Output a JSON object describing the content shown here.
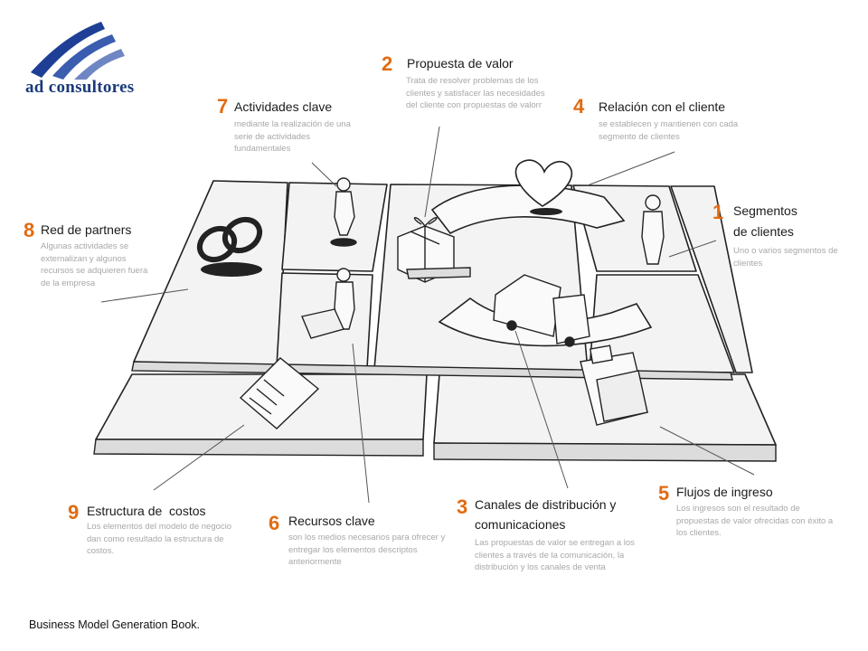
{
  "logo": {
    "text": "ad consultores",
    "colors": [
      "#1e3f95",
      "#6f86c4"
    ]
  },
  "accent": "#e26b12",
  "blocks": [
    {
      "id": "propuesta",
      "num": "2",
      "title": "Propuesta de valor",
      "desc": "Trata de resolver problemas de los clientes y satisfacer las necesidades del cliente con propuestas de valorr"
    },
    {
      "id": "actividades",
      "num": "7",
      "title": "Actividades clave",
      "desc": "mediante la realización de una serie de actividades fundamentales"
    },
    {
      "id": "relacion",
      "num": "4",
      "title": "Relación con el cliente",
      "desc": "se establecen y mantienen con cada segmento de clientes"
    },
    {
      "id": "segmentos",
      "num": "1",
      "title_line1": "Segmentos",
      "title_line2": "de clientes",
      "desc": "Uno o varios segmentos de clientes"
    },
    {
      "id": "partners",
      "num": "8",
      "title": "Red de partners",
      "desc": "Algunas actividades se externalizan y algunos recursos se adquieren fuera de la empresa"
    },
    {
      "id": "ingresos",
      "num": "5",
      "title": "Flujos de ingreso",
      "desc": "Los ingresos son el resultado de propuestas de valor ofrecidas con éxito a los clientes."
    },
    {
      "id": "canales",
      "num": "3",
      "title_line1": "Canales de distribución y",
      "title_line2": "comunicaciones",
      "desc": "Las propuestas de valor se entregan a los clientes a través de la comunicación, la distribución y los canales de venta"
    },
    {
      "id": "costos",
      "num": "9",
      "title": "Estructura de  costos",
      "desc": "Los elementos del modelo de negocio dan como resultado la estructura de costos."
    },
    {
      "id": "recursos",
      "num": "6",
      "title": "Recursos clave",
      "desc": "son los medios necesarios para ofrecer y entregar los elementos descriptos anteriormente"
    }
  ],
  "footer": "Business Model Generation Book."
}
